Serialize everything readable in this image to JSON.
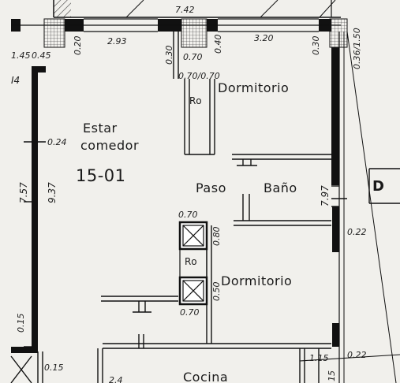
{
  "plan": {
    "unit_code": "15-01",
    "rooms": {
      "living_line1": "Estar",
      "living_line2": "comedor",
      "bedroom_top": "Dormitorio",
      "bedroom_bottom": "Dormitorio",
      "hall": "Paso",
      "bathroom": "Baño",
      "kitchen": "Cocina"
    },
    "closet_marks": [
      "Ro",
      "Ro"
    ],
    "section_marker": "D",
    "axis_marker": "I4",
    "dimensions": {
      "top_overall": "7.42",
      "top_left": "2.93",
      "top_right": "3.20",
      "left_wall_outer": "7.57",
      "left_wall_inner": "9.37",
      "right_wall": "7.97",
      "corner_top_left": "1.45",
      "corner_top_right": "0.36/1.50",
      "wall_left_thk": "0.45",
      "wall_v1": "0.20",
      "wall_v2": "0.30",
      "wall_v3": "0.70",
      "wall_v4": "0.40",
      "wall_v5": "0.30",
      "door_top": "0.70/0.70",
      "wall_024": "0.24",
      "closet_w_top": "0.70",
      "closet_h": "0.80",
      "closet_h2": "0.50",
      "closet_w_bot": "0.70",
      "right_022a": "0.22",
      "right_022b": "0.22",
      "bottom_115": "1.15",
      "bottom_015a": "0.15",
      "bottom_015b": "0.15",
      "bottom_15": "15",
      "bottom_left_partial": "2.4"
    }
  }
}
